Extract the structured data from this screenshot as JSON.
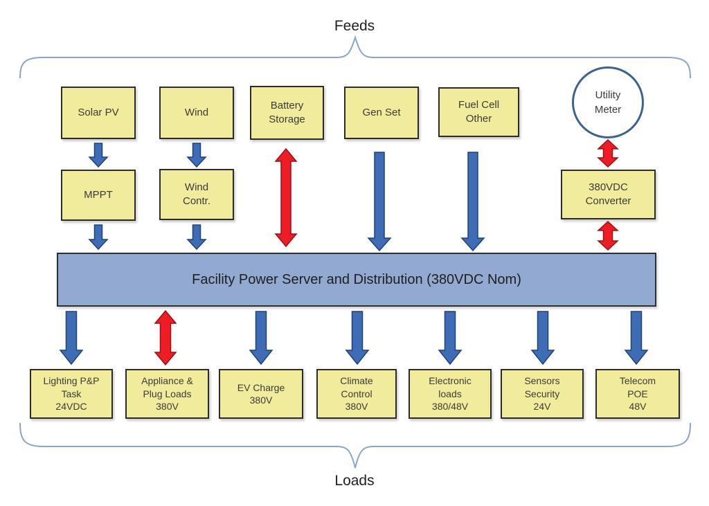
{
  "title": "Facility DC power feeds and loads diagram",
  "feeds_label": "Feeds",
  "loads_label": "Loads",
  "feeds": {
    "solar_pv": "Solar PV",
    "wind": "Wind",
    "battery_storage": "Battery\nStorage",
    "gen_set": "Gen Set",
    "fuel_cell": "Fuel Cell\nOther",
    "utility_meter": "Utility\nMeter"
  },
  "converters": {
    "mppt": "MPPT",
    "wind_contr": "Wind\nContr.",
    "vdc_converter": "380VDC\nConverter"
  },
  "bus": {
    "label": "Facility Power Server and Distribution (380VDC Nom)"
  },
  "loads": {
    "lighting": "Lighting P&P\nTask\n24VDC",
    "appliance": "Appliance &\nPlug Loads\n380V",
    "ev_charge": "EV Charge\n380V",
    "climate": "Climate\nControl\n380V",
    "electronic": "Electronic\nloads\n380/48V",
    "sensors": "Sensors\nSecurity\n24V",
    "telecom": "Telecom\nPOE\n48V"
  },
  "colors": {
    "box_fill": "#F1EB9C",
    "box_border": "#2B2B2B",
    "bus_fill": "#92A9D1",
    "arrow_blue": "#3E6DB5",
    "arrow_blue_border": "#1F4178",
    "arrow_red": "#EE1C25",
    "arrow_red_border": "#9B1013",
    "brace": "#8BA4CA",
    "meter_border": "#3C6390"
  }
}
